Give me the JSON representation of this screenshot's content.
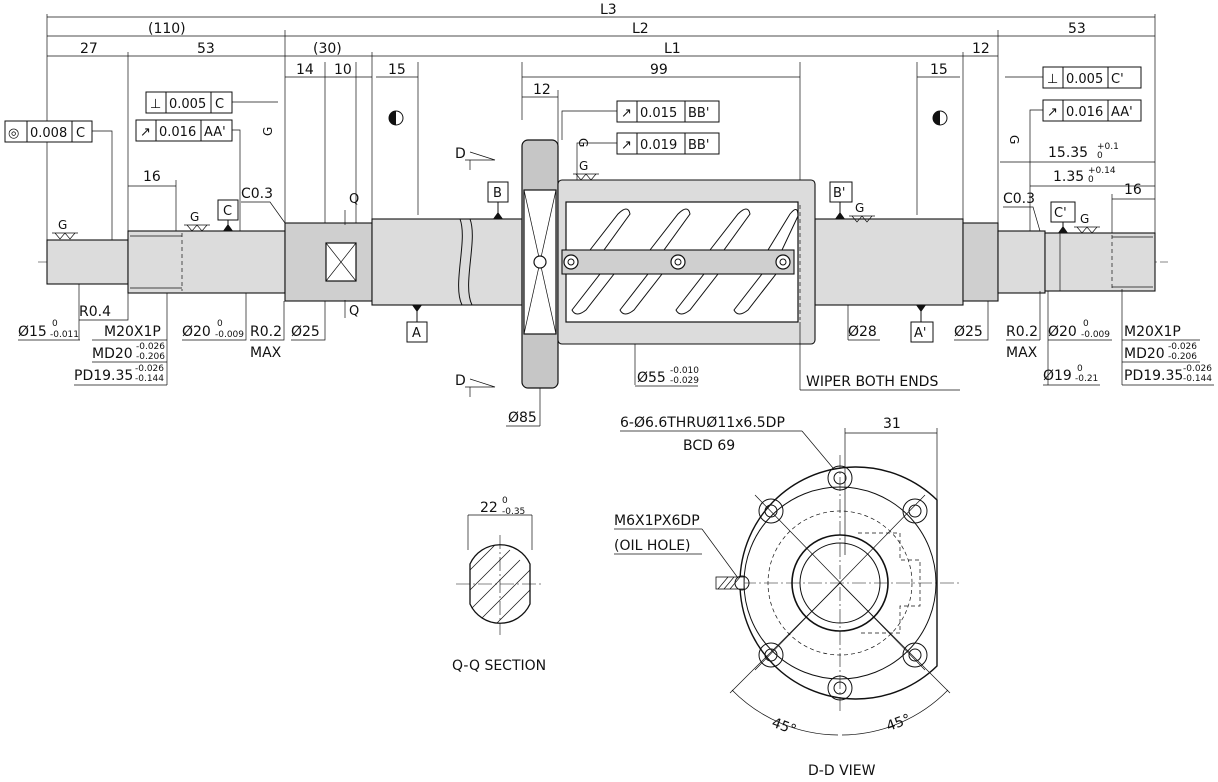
{
  "dims": {
    "L3": "L3",
    "L2": "L2",
    "L1": "L1",
    "d110": "(110)",
    "d53_right": "53",
    "d27": "27",
    "d53_left": "53",
    "d30": "(30)",
    "d12_top": "12",
    "d14": "14",
    "d10": "10",
    "d15_left": "15",
    "d99": "99",
    "d15_right": "15",
    "d12_nut": "12",
    "d16_left": "16",
    "d16_right": "16",
    "d31": "31",
    "d45_left": "45°",
    "d45_right": "45°"
  },
  "tolerances": {
    "tol_left_top": [
      "⊥",
      "0.005",
      "C"
    ],
    "tol_left_runout": [
      "↗",
      "0.016",
      "AA'"
    ],
    "tol_concentric": [
      "◎",
      "0.008",
      "C"
    ],
    "tol_nut1": [
      "↗",
      "0.015",
      "BB'"
    ],
    "tol_nut2": [
      "↗",
      "0.019",
      "BB'"
    ],
    "tol_right_top": [
      "⊥",
      "0.005",
      "C'"
    ],
    "tol_right_runout": [
      "↗",
      "0.016",
      "AA'"
    ]
  },
  "datums": {
    "A": "A",
    "A2": "A'",
    "B": "B",
    "B2": "B'",
    "C": "C",
    "C2": "C'"
  },
  "labels": {
    "g": "G",
    "c03_left": "C0.3",
    "c03_right": "C0.3",
    "q": "Q",
    "d": "D",
    "r04": "R0.4",
    "r02_left": "R0.2",
    "r02_right": "R0.2",
    "max_left": "MAX",
    "max_right": "MAX",
    "dia25_left": "Ø25",
    "dia25_right": "Ø25",
    "dia28": "Ø28",
    "dia85": "Ø85",
    "wiper": "WIPER BOTH ENDS",
    "m20_left": "M20X1P",
    "m20_right": "M20X1P",
    "holes": "6-Ø6.6THRUØ11x6.5DP",
    "bcd": "BCD 69",
    "m6": "M6X1PX6DP",
    "oil": "(OIL HOLE)",
    "qq": "Q-Q SECTION",
    "dd": "D-D VIEW"
  },
  "tolerance_dims": {
    "dia15": {
      "base": "Ø15",
      "up": "0",
      "low": "-0.011"
    },
    "dia20_left": {
      "base": "Ø20",
      "up": "0",
      "low": "-0.009"
    },
    "dia20_right": {
      "base": "Ø20",
      "up": "0",
      "low": "-0.009"
    },
    "md20_left": {
      "base": "MD20",
      "up": "-0.026",
      "low": "-0.206"
    },
    "md20_right": {
      "base": "MD20",
      "up": "-0.026",
      "low": "-0.206"
    },
    "pd_left": {
      "base": "PD19.35",
      "up": "-0.026",
      "low": "-0.144"
    },
    "pd_right": {
      "base": "PD19.35",
      "up": "-0.026",
      "low": "-0.144"
    },
    "dia55": {
      "base": "Ø55",
      "up": "-0.010",
      "low": "-0.029"
    },
    "dia19": {
      "base": "Ø19",
      "up": "0",
      "low": "-0.21"
    },
    "d1535": {
      "base": "15.35",
      "up": "+0.1",
      "low": "0"
    },
    "d135": {
      "base": "1.35",
      "up": "+0.14",
      "low": "0"
    },
    "d22": {
      "base": "22",
      "up": "0",
      "low": "-0.35"
    }
  }
}
